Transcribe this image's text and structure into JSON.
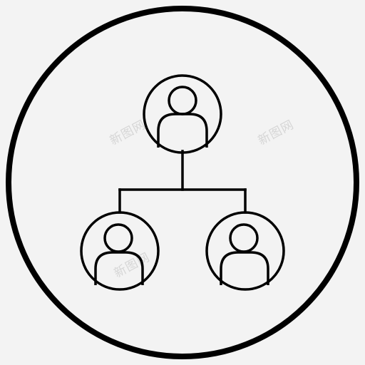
{
  "icon": {
    "name": "organization-hierarchy-icon",
    "stroke_color": "#000000",
    "background_color": "#f3f3f3",
    "nodes": [
      "top-user",
      "bottom-left-user",
      "bottom-right-user"
    ]
  },
  "watermarks": [
    {
      "text": "新图网"
    },
    {
      "text": "新图网"
    },
    {
      "text": "新图网"
    }
  ]
}
